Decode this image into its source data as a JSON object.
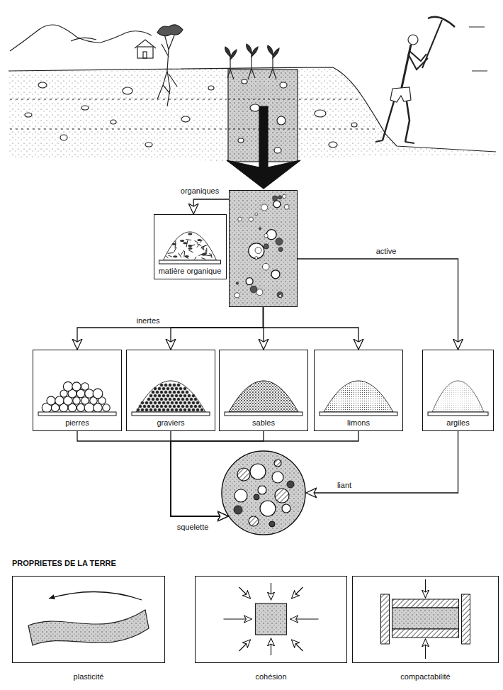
{
  "diagram": {
    "nodes": [
      {
        "text": []
      },
      {
        "text": [
          "matière organique"
        ]
      },
      {
        "text": [
          "pierres"
        ]
      },
      {
        "text": [
          "graviers"
        ]
      },
      {
        "text": [
          "sables"
        ]
      },
      {
        "text": [
          "limons"
        ]
      },
      {
        "text": [
          "argiles"
        ]
      },
      {
        "text": []
      },
      {
        "text": [
          "plasticité"
        ]
      },
      {
        "text": [
          "cohésion"
        ]
      },
      {
        "text": [
          "compactabilité"
        ]
      }
    ],
    "edges": [
      {
        "from": 0,
        "to": 1,
        "label": "organiques",
        "arrow": "to"
      },
      {
        "from": 0,
        "to": 2,
        "label": "inertes",
        "arrow": "to"
      },
      {
        "from": 0,
        "to": 3,
        "arrow": "to"
      },
      {
        "from": 0,
        "to": 4,
        "arrow": "to"
      },
      {
        "from": 0,
        "to": 5,
        "arrow": "to"
      },
      {
        "from": 0,
        "to": 6,
        "label": "active",
        "arrow": "to"
      },
      {
        "from": 2,
        "to": 7,
        "label": "squelette",
        "arrow": "to"
      },
      {
        "from": 3,
        "to": 7,
        "arrow": "to"
      },
      {
        "from": 4,
        "to": 7,
        "arrow": "to"
      },
      {
        "from": 5,
        "to": 7,
        "arrow": "to"
      },
      {
        "from": 6,
        "to": 7,
        "label": "liant",
        "arrow": "to"
      }
    ],
    "labels": [
      "PROPRIETES DE LA TERRE"
    ]
  }
}
